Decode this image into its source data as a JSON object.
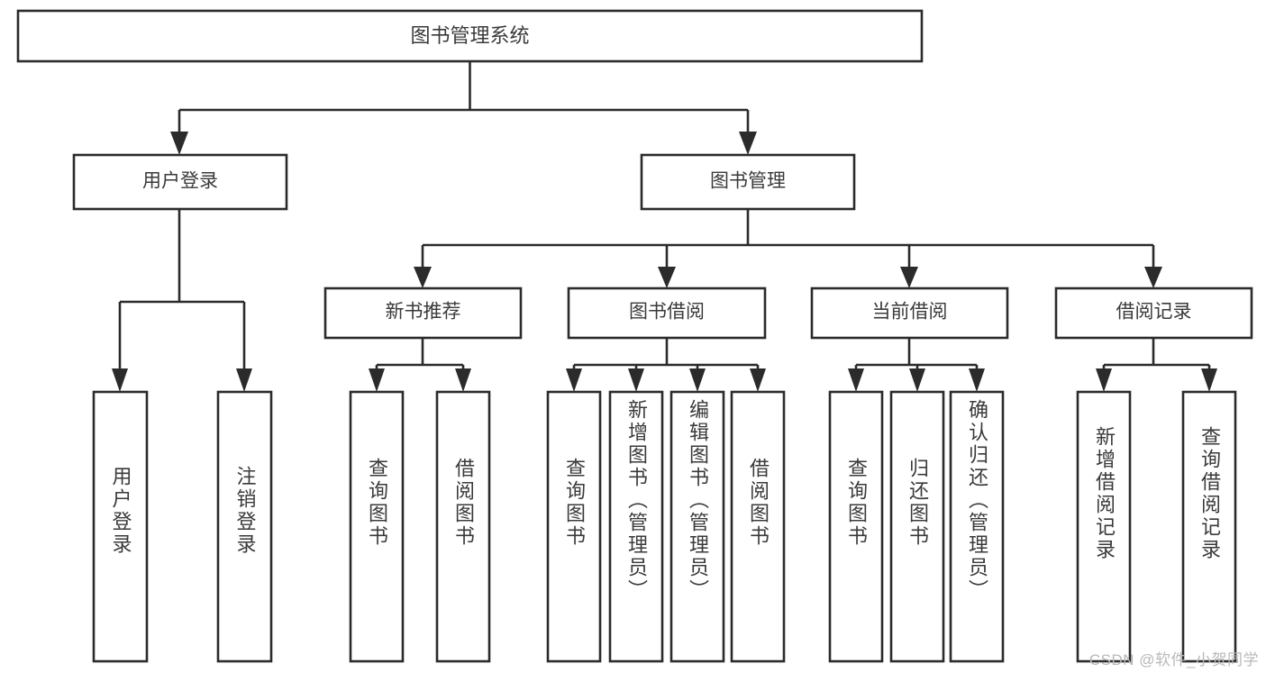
{
  "diagram": {
    "title": "图书管理系统",
    "type": "tree-hierarchy",
    "watermark": "CSDN @软件_小贺同学",
    "colors": {
      "stroke": "#2b2b2b",
      "fill": "#ffffff",
      "text": "#3a3a3a",
      "watermark": "#b8b8b8",
      "background": "#ffffff"
    },
    "root": {
      "label": "图书管理系统"
    },
    "level2": [
      {
        "label": "用户登录"
      },
      {
        "label": "图书管理"
      }
    ],
    "level3": [
      {
        "label": "新书推荐"
      },
      {
        "label": "图书借阅"
      },
      {
        "label": "当前借阅"
      },
      {
        "label": "借阅记录"
      }
    ],
    "leaves": {
      "user_login": [
        {
          "label": "用户登录"
        },
        {
          "label": "注销登录"
        }
      ],
      "new_book_recommend": [
        {
          "label": "查询图书"
        },
        {
          "label": "借阅图书"
        }
      ],
      "book_borrow": [
        {
          "label": "查询图书"
        },
        {
          "label": "新增图书（管理员）"
        },
        {
          "label": "编辑图书（管理员）"
        },
        {
          "label": "借阅图书"
        }
      ],
      "current_borrow": [
        {
          "label": "查询图书"
        },
        {
          "label": "归还图书"
        },
        {
          "label": "确认归还（管理员）"
        }
      ],
      "borrow_record": [
        {
          "label": "新增借阅记录"
        },
        {
          "label": "查询借阅记录"
        }
      ]
    }
  }
}
